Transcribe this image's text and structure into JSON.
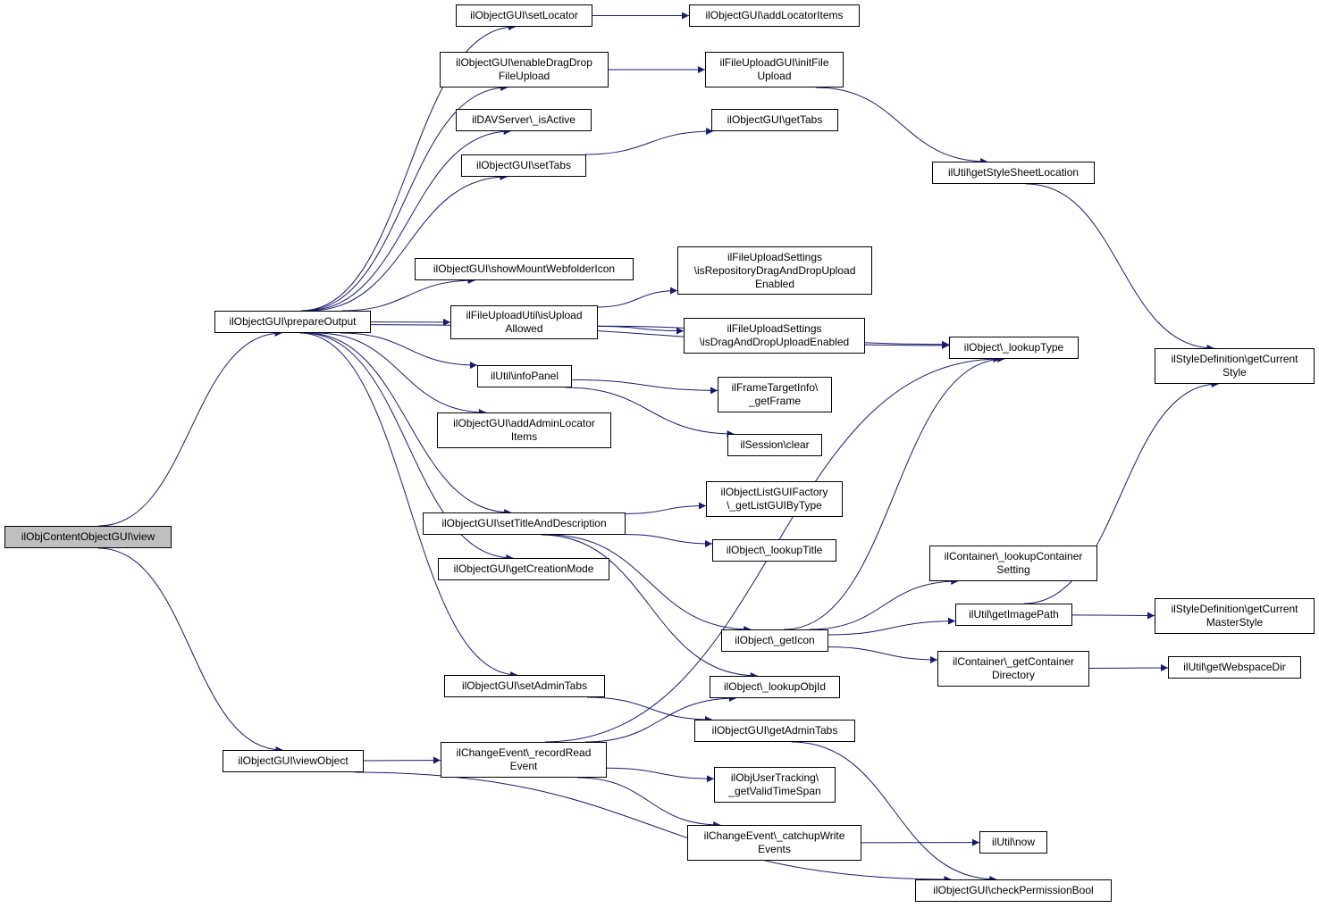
{
  "colors": {
    "edge": "#191970",
    "root_fill": "#bfbfbf",
    "node_fill": "#ffffff",
    "node_border": "#000000"
  },
  "nodes": [
    {
      "id": "view",
      "label": "ilObjContentObjectGUI\\view",
      "root": true
    },
    {
      "id": "prepareOutput",
      "label": "ilObjectGUI\\prepareOutput"
    },
    {
      "id": "viewObject",
      "label": "ilObjectGUI\\viewObject"
    },
    {
      "id": "setLocator",
      "label": "ilObjectGUI\\setLocator"
    },
    {
      "id": "addLocatorItems",
      "label": "ilObjectGUI\\addLocatorItems"
    },
    {
      "id": "enableDragDrop",
      "label": "ilObjectGUI\\enableDragDrop\nFileUpload"
    },
    {
      "id": "initFileUpload",
      "label": "ilFileUploadGUI\\initFile\nUpload"
    },
    {
      "id": "davIsActive",
      "label": "ilDAVServer\\_isActive"
    },
    {
      "id": "getTabs",
      "label": "ilObjectGUI\\getTabs"
    },
    {
      "id": "setTabs",
      "label": "ilObjectGUI\\setTabs"
    },
    {
      "id": "getStyleSheetLocation",
      "label": "ilUtil\\getStyleSheetLocation"
    },
    {
      "id": "showMountWebfolderIcon",
      "label": "ilObjectGUI\\showMountWebfolderIcon"
    },
    {
      "id": "isRepoDnD",
      "label": "ilFileUploadSettings\n\\isRepositoryDragAndDropUpload\nEnabled"
    },
    {
      "id": "isUploadAllowed",
      "label": "ilFileUploadUtil\\isUpload\nAllowed"
    },
    {
      "id": "isDnDEnabled",
      "label": "ilFileUploadSettings\n\\isDragAndDropUploadEnabled"
    },
    {
      "id": "lookupType",
      "label": "ilObject\\_lookupType"
    },
    {
      "id": "getCurrentStyle",
      "label": "ilStyleDefinition\\getCurrent\nStyle"
    },
    {
      "id": "infoPanel",
      "label": "ilUtil\\infoPanel"
    },
    {
      "id": "getFrame",
      "label": "ilFrameTargetInfo\\\n_getFrame"
    },
    {
      "id": "addAdminLocatorItems",
      "label": "ilObjectGUI\\addAdminLocator\nItems"
    },
    {
      "id": "sessionClear",
      "label": "ilSession\\clear"
    },
    {
      "id": "getListGUIByType",
      "label": "ilObjectListGUIFactory\n\\_getListGUIByType"
    },
    {
      "id": "setTitleAndDescription",
      "label": "ilObjectGUI\\setTitleAndDescription"
    },
    {
      "id": "lookupTitle",
      "label": "ilObject\\_lookupTitle"
    },
    {
      "id": "getCreationMode",
      "label": "ilObjectGUI\\getCreationMode"
    },
    {
      "id": "lookupContainerSetting",
      "label": "ilContainer\\_lookupContainer\nSetting"
    },
    {
      "id": "getImagePath",
      "label": "ilUtil\\getImagePath"
    },
    {
      "id": "getCurrentMasterStyle",
      "label": "ilStyleDefinition\\getCurrent\nMasterStyle"
    },
    {
      "id": "getIcon",
      "label": "ilObject\\_getIcon"
    },
    {
      "id": "getContainerDirectory",
      "label": "ilContainer\\_getContainer\nDirectory"
    },
    {
      "id": "getWebspaceDir",
      "label": "ilUtil\\getWebspaceDir"
    },
    {
      "id": "setAdminTabs",
      "label": "ilObjectGUI\\setAdminTabs"
    },
    {
      "id": "lookupObjId",
      "label": "ilObject\\_lookupObjId"
    },
    {
      "id": "getAdminTabs",
      "label": "ilObjectGUI\\getAdminTabs"
    },
    {
      "id": "recordReadEvent",
      "label": "ilChangeEvent\\_recordRead\nEvent"
    },
    {
      "id": "getValidTimeSpan",
      "label": "ilObjUserTracking\\\n_getValidTimeSpan"
    },
    {
      "id": "catchupWriteEvents",
      "label": "ilChangeEvent\\_catchupWrite\nEvents"
    },
    {
      "id": "utilNow",
      "label": "ilUtil\\now"
    },
    {
      "id": "checkPermissionBool",
      "label": "ilObjectGUI\\checkPermissionBool"
    }
  ],
  "edges": [
    [
      "view",
      "prepareOutput"
    ],
    [
      "view",
      "viewObject"
    ],
    [
      "prepareOutput",
      "setLocator"
    ],
    [
      "prepareOutput",
      "enableDragDrop"
    ],
    [
      "prepareOutput",
      "davIsActive"
    ],
    [
      "prepareOutput",
      "setTabs"
    ],
    [
      "prepareOutput",
      "lookupType"
    ],
    [
      "prepareOutput",
      "showMountWebfolderIcon"
    ],
    [
      "prepareOutput",
      "isUploadAllowed"
    ],
    [
      "prepareOutput",
      "infoPanel"
    ],
    [
      "prepareOutput",
      "addAdminLocatorItems"
    ],
    [
      "prepareOutput",
      "setTitleAndDescription"
    ],
    [
      "prepareOutput",
      "getCreationMode"
    ],
    [
      "prepareOutput",
      "setAdminTabs"
    ],
    [
      "setLocator",
      "addLocatorItems"
    ],
    [
      "enableDragDrop",
      "initFileUpload"
    ],
    [
      "initFileUpload",
      "getStyleSheetLocation"
    ],
    [
      "getStyleSheetLocation",
      "getCurrentStyle"
    ],
    [
      "setTabs",
      "getTabs"
    ],
    [
      "isUploadAllowed",
      "isRepoDnD"
    ],
    [
      "isUploadAllowed",
      "isDnDEnabled"
    ],
    [
      "isUploadAllowed",
      "lookupType"
    ],
    [
      "infoPanel",
      "getFrame"
    ],
    [
      "infoPanel",
      "sessionClear"
    ],
    [
      "setTitleAndDescription",
      "getListGUIByType"
    ],
    [
      "setTitleAndDescription",
      "lookupTitle"
    ],
    [
      "setTitleAndDescription",
      "getIcon"
    ],
    [
      "setTitleAndDescription",
      "lookupObjId"
    ],
    [
      "getIcon",
      "lookupContainerSetting"
    ],
    [
      "getIcon",
      "getImagePath"
    ],
    [
      "getIcon",
      "getContainerDirectory"
    ],
    [
      "getIcon",
      "lookupType"
    ],
    [
      "getImagePath",
      "getCurrentStyle"
    ],
    [
      "getImagePath",
      "getCurrentMasterStyle"
    ],
    [
      "getContainerDirectory",
      "getWebspaceDir"
    ],
    [
      "setAdminTabs",
      "getAdminTabs"
    ],
    [
      "getAdminTabs",
      "checkPermissionBool"
    ],
    [
      "viewObject",
      "recordReadEvent"
    ],
    [
      "viewObject",
      "checkPermissionBool"
    ],
    [
      "recordReadEvent",
      "lookupType"
    ],
    [
      "recordReadEvent",
      "lookupObjId"
    ],
    [
      "recordReadEvent",
      "getValidTimeSpan"
    ],
    [
      "recordReadEvent",
      "catchupWriteEvents"
    ],
    [
      "catchupWriteEvents",
      "utilNow"
    ]
  ]
}
